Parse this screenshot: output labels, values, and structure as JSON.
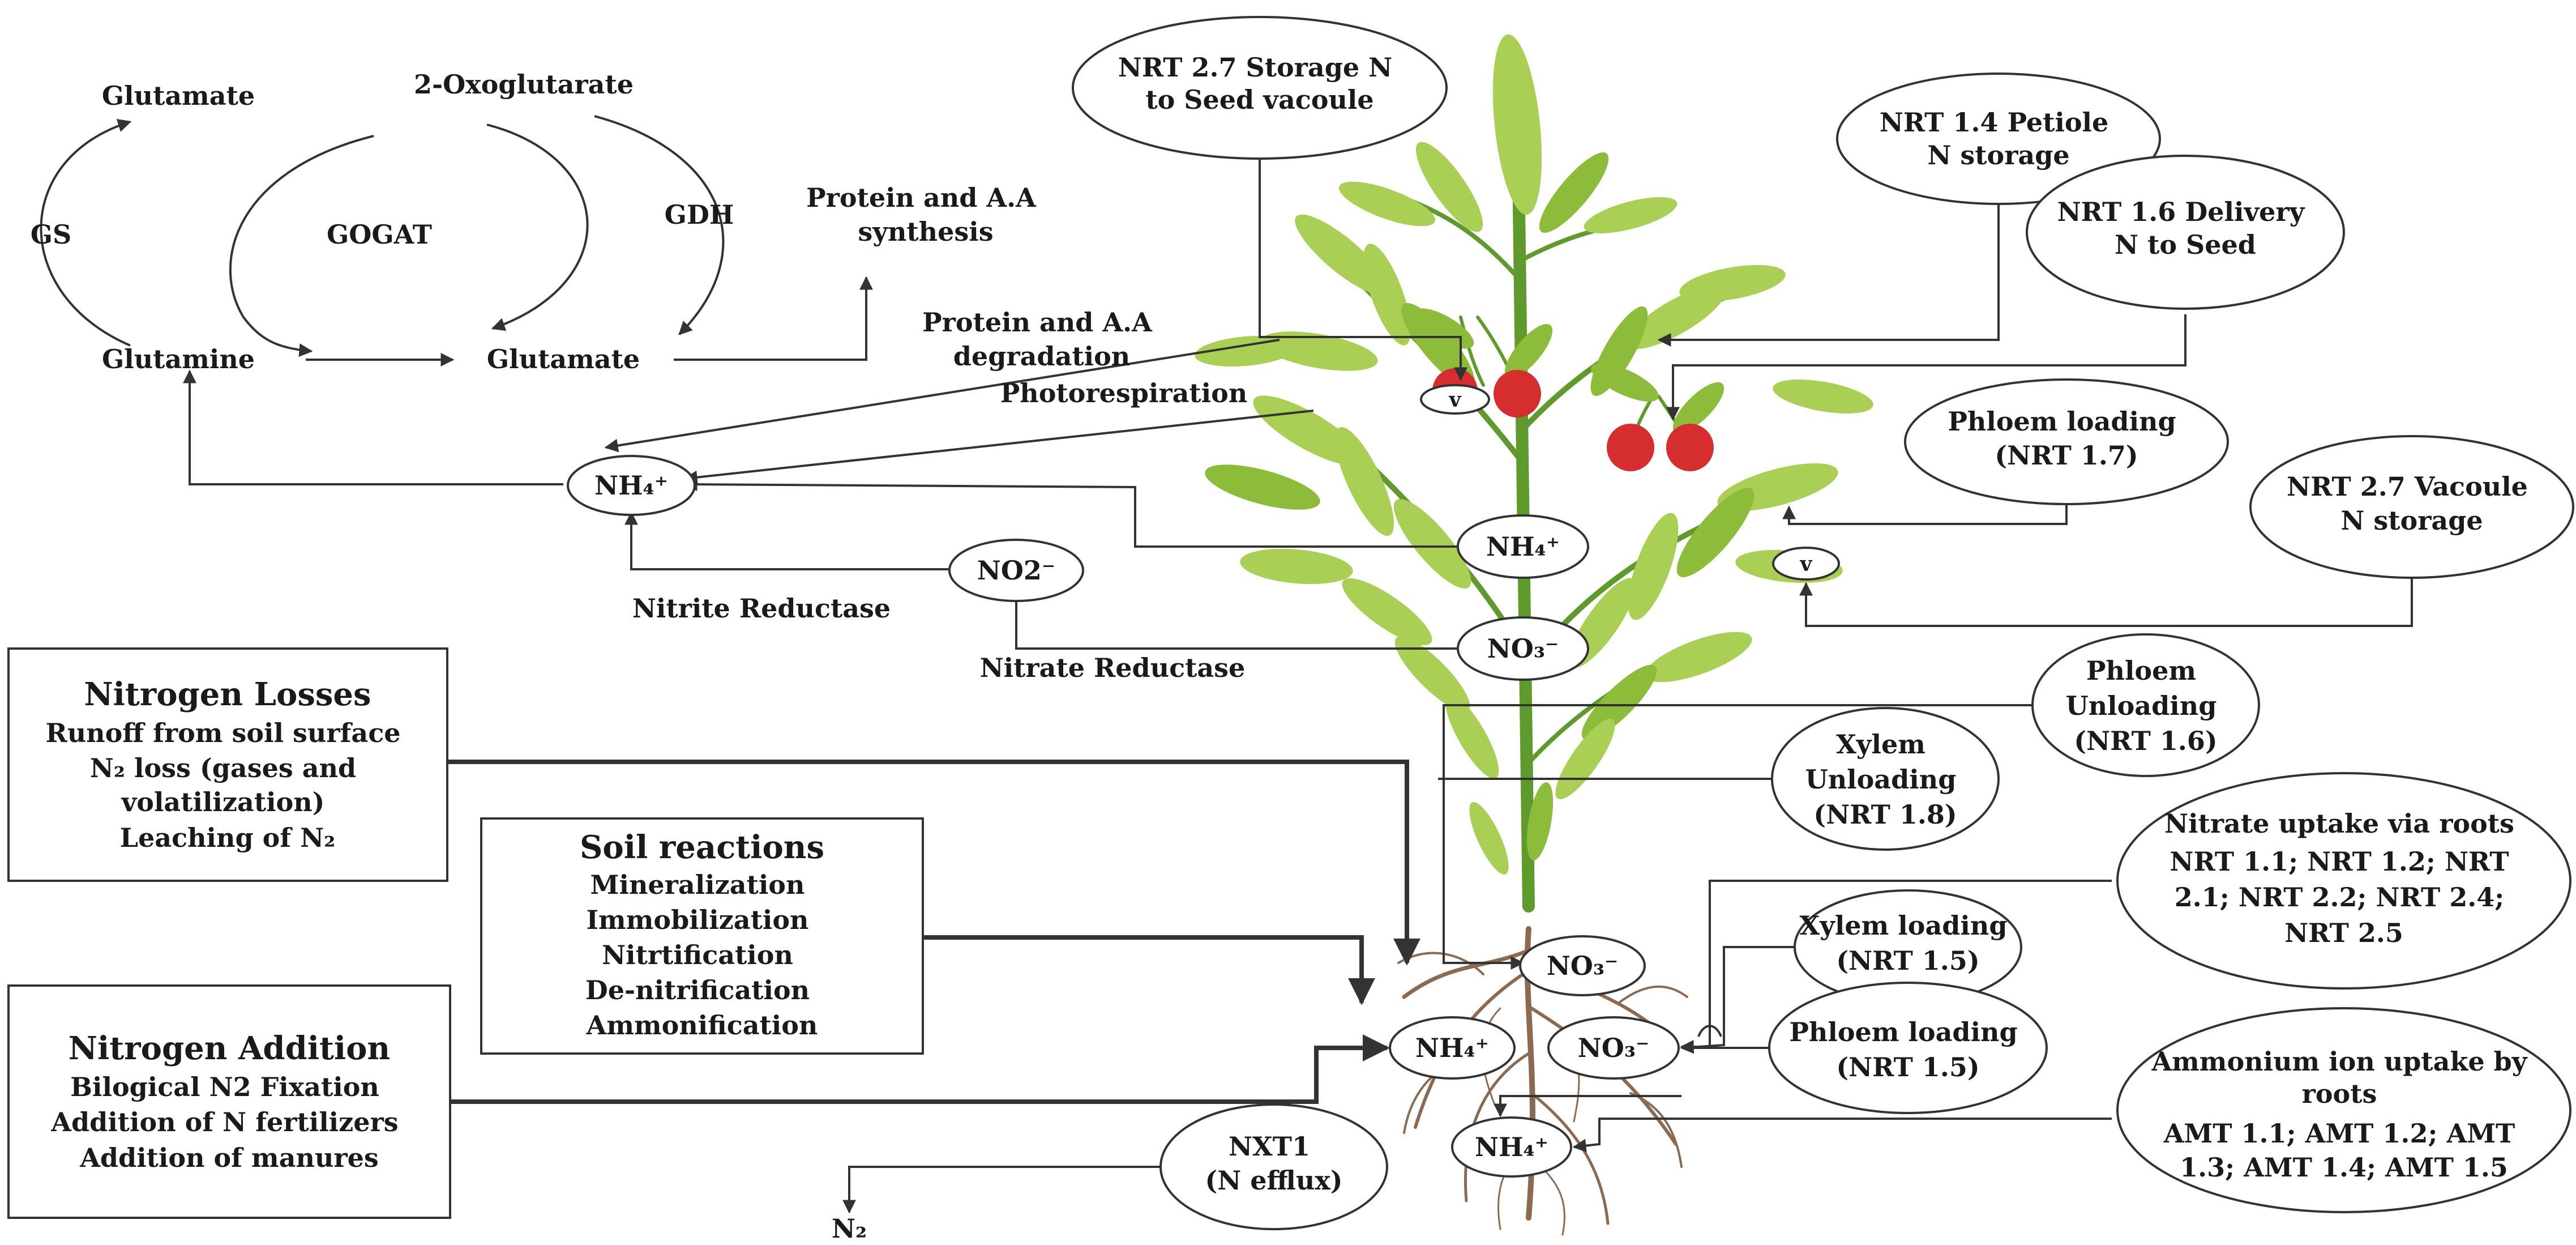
{
  "cycle": {
    "glutamate_top": "Glutamate",
    "oxoglutarate": "2-Oxoglutarate",
    "gs": "GS",
    "gogat": "GOGAT",
    "gdh": "GDH",
    "glutamine": "Glutamine",
    "glutamate_bottom": "Glutamate"
  },
  "processes": {
    "protein_synthesis": [
      "Protein and A.A",
      "synthesis"
    ],
    "protein_degradation": [
      "Protein and A.A",
      "degradation"
    ],
    "photorespiration": "Photorespiration",
    "nitrite_reductase": "Nitrite Reductase",
    "nitrate_reductase": "Nitrate Reductase"
  },
  "ions": {
    "nh4_leaf": "NH₄⁺",
    "no2": "NO2⁻",
    "nh4_stem": "NH₄⁺",
    "no3_stem": "NO₃⁻",
    "no3_root_top": "NO₃⁻",
    "nh4_root_left": "NH₄⁺",
    "no3_root_mid": "NO₃⁻",
    "nh4_root_bottom": "NH₄⁺",
    "v_fruit": "v",
    "v_leaf": "v",
    "n2": "N₂"
  },
  "transporters": {
    "nrt27_seed": [
      "NRT 2.7 Storage N",
      "to Seed vacoule"
    ],
    "nrt14": [
      "NRT 1.4 Petiole",
      "N storage"
    ],
    "nrt16_delivery": [
      "NRT 1.6 Delivery",
      "N to Seed"
    ],
    "phloem_loading_17": [
      "Phloem loading",
      "(NRT 1.7)"
    ],
    "nrt27_vacuole": [
      "NRT 2.7 Vacoule",
      "N storage"
    ],
    "phloem_unloading": [
      "Phloem",
      "Unloading",
      "(NRT 1.6)"
    ],
    "xylem_unloading": [
      "Xylem",
      "Unloading",
      "(NRT 1.8)"
    ],
    "nitrate_uptake": [
      "Nitrate uptake via roots",
      "NRT 1.1; NRT 1.2; NRT",
      "2.1; NRT 2.2; NRT 2.4;",
      "NRT 2.5"
    ],
    "xylem_loading": [
      "Xylem loading",
      "(NRT 1.5)"
    ],
    "phloem_loading_15": [
      "Phloem loading",
      "(NRT 1.5)"
    ],
    "ammonium_uptake": [
      "Ammonium ion uptake by",
      "roots",
      "AMT 1.1; AMT 1.2; AMT",
      "1.3; AMT 1.4; AMT 1.5"
    ],
    "nxt1": [
      "NXT1",
      "(N efflux)"
    ]
  },
  "boxes": {
    "losses": {
      "title": "Nitrogen Losses",
      "lines": [
        "Runoff from soil surface",
        "N₂ loss (gases and",
        "volatilization)",
        "Leaching of N₂"
      ]
    },
    "soil": {
      "title": "Soil reactions",
      "lines": [
        "Mineralization",
        "Immobilization",
        "Nitrtification",
        "De-nitrification",
        "Ammonification"
      ]
    },
    "addition": {
      "title": "Nitrogen Addition",
      "lines": [
        "Bilogical N2 Fixation",
        "Addition of N fertilizers",
        "Addition of manures"
      ]
    }
  },
  "colors": {
    "leaf": "#a9cf54",
    "stem": "#5f9a2c",
    "root": "#8a6a50",
    "fruit": "#d62e2e"
  }
}
